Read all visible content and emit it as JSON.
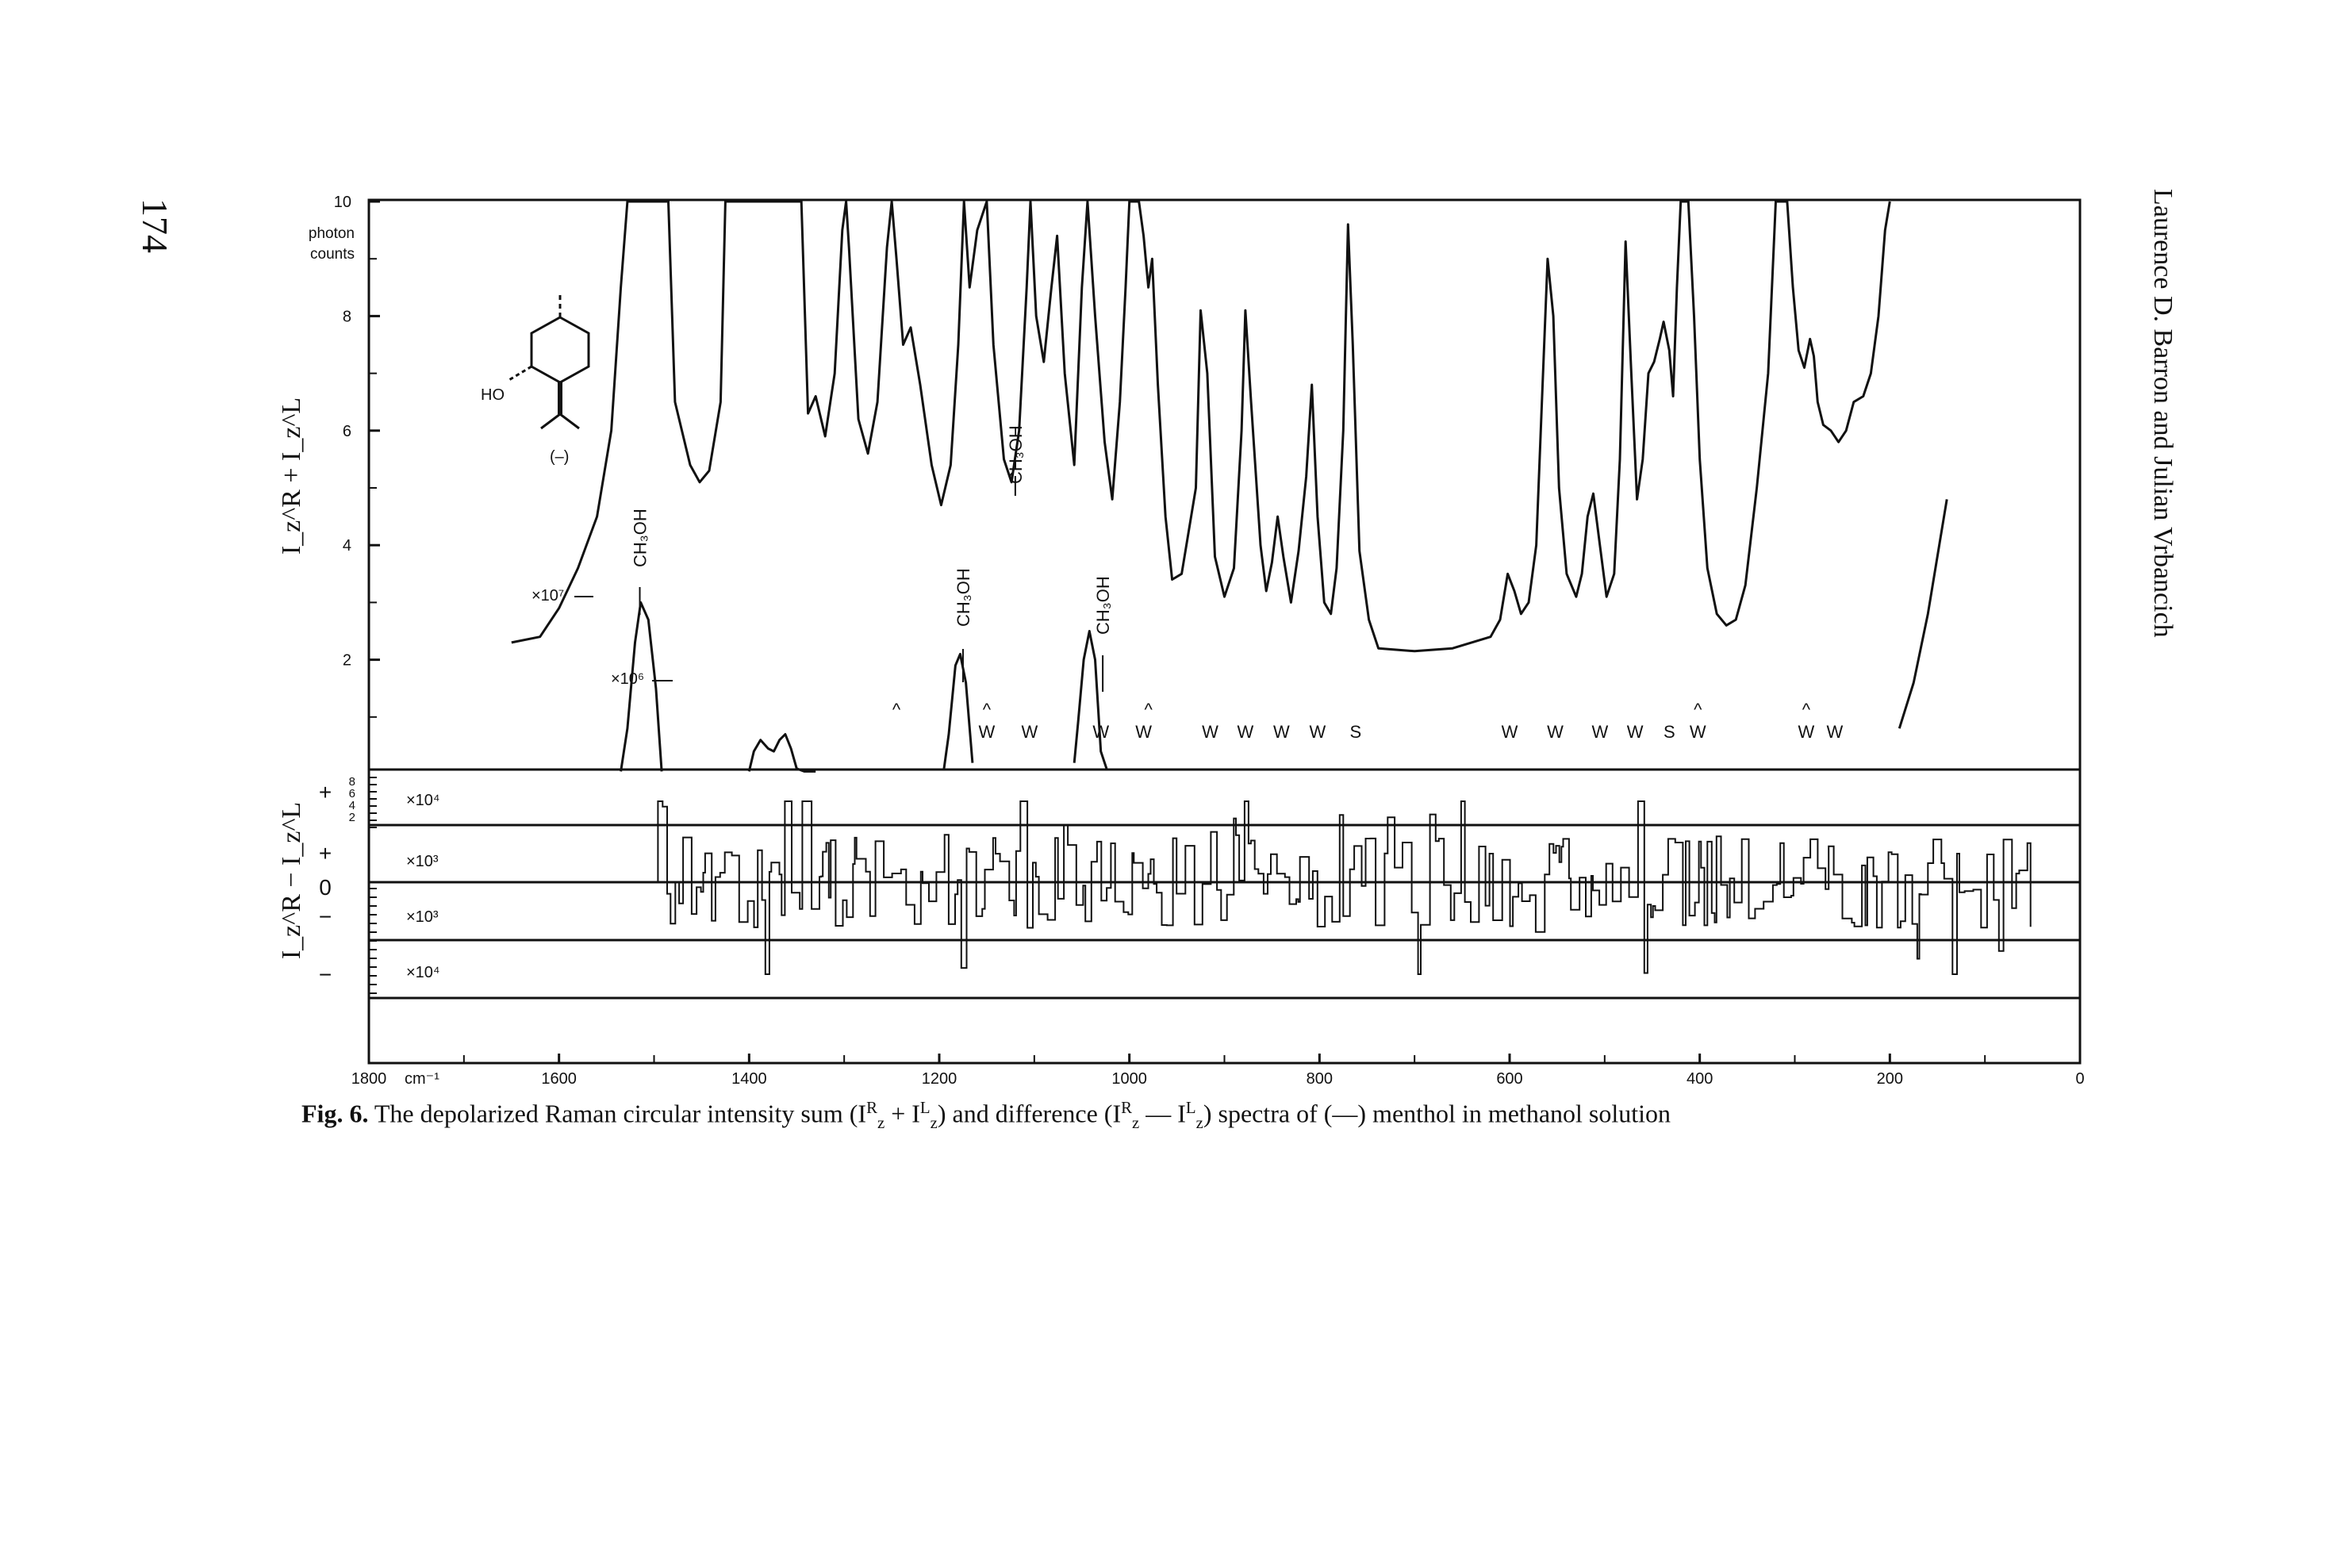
{
  "page": {
    "page_number": "174",
    "running_head": "Laurence D. Barron and Julian Vrbancich"
  },
  "caption": {
    "label": "Fig. 6.",
    "text": "The depolarized Raman circular intensity sum (I",
    "sum_expr_mid": " + I",
    "mid_text": ") and difference (I",
    "diff_mid": " — I",
    "end_text": ") spectra of (—) menthol in methanol solution",
    "sup_R": "R",
    "sup_L": "L",
    "sub_z": "z"
  },
  "molecule": {
    "ho_label": "HO",
    "sign_label": "(–)"
  },
  "chart_data": [
    {
      "type": "line",
      "panel": "sum",
      "title": "",
      "ylabel": "I_z^R + I_z^L",
      "xlabel": "cm⁻¹",
      "yunit_label": [
        "photon",
        "counts"
      ],
      "ylim": [
        0,
        10
      ],
      "xlim": [
        1800,
        0
      ],
      "x_ticks": [
        "1800",
        "1600",
        "1400",
        "1200",
        "1000",
        "800",
        "600",
        "400",
        "200",
        "0"
      ],
      "y_ticks": [
        "2",
        "4",
        "6",
        "8",
        "10"
      ],
      "scale_labels": [
        "×10⁷",
        "×10⁶"
      ],
      "methanol_label": "CH₃OH",
      "band_marks": [
        {
          "x": 1150,
          "label": "W"
        },
        {
          "x": 1105,
          "label": "W"
        },
        {
          "x": 1030,
          "label": "W"
        },
        {
          "x": 985,
          "label": "W"
        },
        {
          "x": 915,
          "label": "W"
        },
        {
          "x": 878,
          "label": "W"
        },
        {
          "x": 840,
          "label": "W"
        },
        {
          "x": 802,
          "label": "W"
        },
        {
          "x": 762,
          "label": "S"
        },
        {
          "x": 600,
          "label": "W"
        },
        {
          "x": 552,
          "label": "W"
        },
        {
          "x": 505,
          "label": "W"
        },
        {
          "x": 468,
          "label": "W"
        },
        {
          "x": 432,
          "label": "S"
        },
        {
          "x": 402,
          "label": "W"
        },
        {
          "x": 288,
          "label": "W"
        },
        {
          "x": 258,
          "label": "W"
        }
      ],
      "caret_marks": [
        1245,
        1150,
        980,
        402,
        288
      ],
      "series": [
        {
          "name": "×10⁷",
          "points": [
            [
              1650,
              2.3
            ],
            [
              1620,
              2.4
            ],
            [
              1600,
              2.9
            ],
            [
              1580,
              3.6
            ],
            [
              1560,
              4.5
            ],
            [
              1545,
              6.0
            ],
            [
              1535,
              8.5
            ],
            [
              1528,
              10
            ],
            [
              1485,
              10
            ],
            [
              1478,
              6.5
            ],
            [
              1462,
              5.4
            ],
            [
              1452,
              5.1
            ],
            [
              1442,
              5.3
            ],
            [
              1430,
              6.5
            ],
            [
              1425,
              10
            ],
            [
              1345,
              10
            ],
            [
              1338,
              6.3
            ],
            [
              1330,
              6.6
            ],
            [
              1320,
              5.9
            ],
            [
              1310,
              7.0
            ],
            [
              1302,
              9.5
            ],
            [
              1298,
              10
            ],
            [
              1295,
              9.2
            ],
            [
              1285,
              6.2
            ],
            [
              1275,
              5.6
            ],
            [
              1265,
              6.5
            ],
            [
              1255,
              9.2
            ],
            [
              1250,
              10
            ],
            [
              1245,
              9.0
            ],
            [
              1238,
              7.5
            ],
            [
              1230,
              7.8
            ],
            [
              1220,
              6.8
            ],
            [
              1208,
              5.4
            ],
            [
              1198,
              4.7
            ],
            [
              1188,
              5.4
            ],
            [
              1180,
              7.5
            ],
            [
              1174,
              10
            ],
            [
              1168,
              8.5
            ],
            [
              1160,
              9.5
            ],
            [
              1150,
              10
            ],
            [
              1143,
              7.5
            ],
            [
              1132,
              5.5
            ],
            [
              1124,
              5.1
            ],
            [
              1116,
              6.0
            ],
            [
              1108,
              8.5
            ],
            [
              1104,
              10
            ],
            [
              1098,
              8.0
            ],
            [
              1090,
              7.2
            ],
            [
              1082,
              8.5
            ],
            [
              1076,
              9.4
            ],
            [
              1068,
              7.0
            ],
            [
              1058,
              5.4
            ],
            [
              1050,
              8.5
            ],
            [
              1044,
              10
            ],
            [
              1036,
              8.0
            ],
            [
              1026,
              5.8
            ],
            [
              1018,
              4.8
            ],
            [
              1010,
              6.5
            ],
            [
              1004,
              8.5
            ],
            [
              1000,
              10
            ],
            [
              990,
              10
            ],
            [
              985,
              9.4
            ],
            [
              980,
              8.5
            ],
            [
              976,
              9.0
            ],
            [
              970,
              6.8
            ],
            [
              962,
              4.5
            ],
            [
              955,
              3.4
            ],
            [
              945,
              3.5
            ],
            [
              930,
              5.0
            ],
            [
              925,
              8.1
            ],
            [
              918,
              7.0
            ],
            [
              910,
              3.8
            ],
            [
              900,
              3.1
            ],
            [
              890,
              3.6
            ],
            [
              882,
              6.0
            ],
            [
              878,
              8.1
            ],
            [
              872,
              6.5
            ],
            [
              862,
              4.0
            ],
            [
              856,
              3.2
            ],
            [
              850,
              3.7
            ],
            [
              844,
              4.5
            ],
            [
              838,
              3.8
            ],
            [
              830,
              3.0
            ],
            [
              822,
              3.9
            ],
            [
              814,
              5.2
            ],
            [
              808,
              6.8
            ],
            [
              802,
              4.5
            ],
            [
              795,
              3.0
            ],
            [
              788,
              2.8
            ],
            [
              782,
              3.6
            ],
            [
              775,
              6.0
            ],
            [
              770,
              9.6
            ],
            [
              765,
              7.5
            ],
            [
              758,
              3.9
            ],
            [
              748,
              2.7
            ],
            [
              738,
              2.2
            ],
            [
              700,
              2.15
            ],
            [
              660,
              2.2
            ],
            [
              620,
              2.4
            ],
            [
              610,
              2.7
            ],
            [
              602,
              3.5
            ],
            [
              595,
              3.2
            ],
            [
              588,
              2.8
            ],
            [
              580,
              3.0
            ],
            [
              572,
              4.0
            ],
            [
              566,
              6.5
            ],
            [
              560,
              9.0
            ],
            [
              554,
              8.0
            ],
            [
              548,
              5.0
            ],
            [
              540,
              3.5
            ],
            [
              530,
              3.1
            ],
            [
              524,
              3.5
            ],
            [
              518,
              4.5
            ],
            [
              512,
              4.9
            ],
            [
              505,
              4.0
            ],
            [
              498,
              3.1
            ],
            [
              490,
              3.5
            ],
            [
              484,
              5.5
            ],
            [
              478,
              9.3
            ],
            [
              472,
              7.0
            ],
            [
              466,
              4.8
            ],
            [
              460,
              5.5
            ],
            [
              454,
              7.0
            ],
            [
              448,
              7.2
            ],
            [
              442,
              7.6
            ],
            [
              438,
              7.9
            ],
            [
              432,
              7.4
            ],
            [
              428,
              6.6
            ],
            [
              424,
              8.5
            ],
            [
              420,
              10
            ],
            [
              412,
              10
            ],
            [
              406,
              8.0
            ],
            [
              400,
              5.5
            ],
            [
              392,
              3.6
            ],
            [
              382,
              2.8
            ],
            [
              372,
              2.6
            ],
            [
              362,
              2.7
            ],
            [
              352,
              3.3
            ],
            [
              340,
              5.0
            ],
            [
              328,
              7.0
            ],
            [
              320,
              10
            ],
            [
              308,
              10
            ],
            [
              302,
              8.5
            ],
            [
              296,
              7.4
            ],
            [
              290,
              7.1
            ],
            [
              284,
              7.6
            ],
            [
              280,
              7.3
            ],
            [
              276,
              6.5
            ],
            [
              270,
              6.1
            ],
            [
              262,
              6.0
            ],
            [
              254,
              5.8
            ],
            [
              246,
              6.0
            ],
            [
              238,
              6.5
            ],
            [
              228,
              6.6
            ],
            [
              220,
              7.0
            ],
            [
              212,
              8.0
            ],
            [
              205,
              9.5
            ],
            [
              200,
              10
            ]
          ]
        },
        {
          "name": "×10⁷ (tail)",
          "points": [
            [
              190,
              0.8
            ],
            [
              175,
              1.6
            ],
            [
              160,
              2.8
            ],
            [
              148,
              4.0
            ],
            [
              140,
              4.8
            ]
          ]
        },
        {
          "name": "×10⁶",
          "points": [
            [
              1535,
              0.05
            ],
            [
              1528,
              0.8
            ],
            [
              1520,
              2.3
            ],
            [
              1514,
              3.0
            ],
            [
              1506,
              2.7
            ],
            [
              1498,
              1.5
            ],
            [
              1492,
              0.05
            ]
          ]
        },
        {
          "name": "×10⁶ (1360)",
          "points": [
            [
              1400,
              0.05
            ],
            [
              1395,
              0.4
            ],
            [
              1388,
              0.6
            ],
            [
              1380,
              0.45
            ],
            [
              1374,
              0.4
            ],
            [
              1368,
              0.6
            ],
            [
              1362,
              0.7
            ],
            [
              1356,
              0.45
            ],
            [
              1350,
              0.1
            ],
            [
              1342,
              0.05
            ],
            [
              1330,
              0.05
            ]
          ]
        },
        {
          "name": "×10⁶ (1180)",
          "points": [
            [
              1195,
              0.1
            ],
            [
              1190,
              0.7
            ],
            [
              1183,
              1.9
            ],
            [
              1178,
              2.1
            ],
            [
              1172,
              1.6
            ],
            [
              1165,
              0.2
            ]
          ]
        },
        {
          "name": "×10⁶ (1040)",
          "points": [
            [
              1058,
              0.2
            ],
            [
              1054,
              0.9
            ],
            [
              1048,
              2.0
            ],
            [
              1042,
              2.5
            ],
            [
              1036,
              2.0
            ],
            [
              1030,
              0.4
            ],
            [
              1024,
              0.1
            ]
          ]
        }
      ]
    },
    {
      "type": "line",
      "panel": "difference",
      "title": "",
      "ylabel": "I_z^R − I_z^L",
      "sign_labels": [
        "+",
        "+",
        "0",
        "−",
        "−"
      ],
      "scale_labels": [
        "×10⁴",
        "×10³",
        "×10³",
        "×10⁴"
      ],
      "ytick_small": [
        "8",
        "6",
        "4",
        "2"
      ],
      "band_levels": [
        "+4",
        "+1",
        "0",
        "−1",
        "−3"
      ],
      "xlim": [
        1800,
        0
      ],
      "series": [
        {
          "name": "difference trace",
          "x_range": [
            1510,
            50
          ],
          "description_values": "noisy step trace between −1.6 and +1.5 band units"
        }
      ]
    }
  ]
}
